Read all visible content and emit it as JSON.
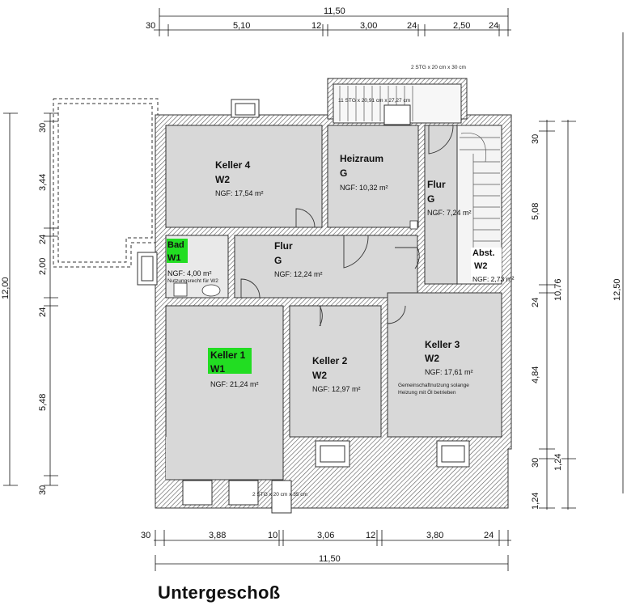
{
  "title": "Untergeschoß",
  "colors": {
    "highlight": "#22dd22",
    "room_fill": "#d8d8d8",
    "wall": "#333333"
  },
  "rooms": {
    "keller4": {
      "name": "Keller 4",
      "unit": "W2",
      "area": "NGF: 17,54 m²"
    },
    "heizraum": {
      "name": "Heizraum",
      "unit": "G",
      "area": "NGF: 10,32 m²"
    },
    "flur_top": {
      "name": "Flur",
      "unit": "G",
      "area": "NGF: 7,24 m²"
    },
    "bad": {
      "name": "Bad",
      "unit": "W1",
      "area": "NGF: 4,00 m²",
      "note": "Nutzungsrecht für W2"
    },
    "flur_mid": {
      "name": "Flur",
      "unit": "G",
      "area": "NGF: 12,24 m²"
    },
    "abst": {
      "name": "Abst.",
      "unit": "W2",
      "area": "NGF: 2,73 m²"
    },
    "keller1": {
      "name": "Keller 1",
      "unit": "W1",
      "area": "NGF: 21,24 m²"
    },
    "keller2": {
      "name": "Keller 2",
      "unit": "W2",
      "area": "NGF: 12,97 m²"
    },
    "keller3": {
      "name": "Keller 3",
      "unit": "W2",
      "area": "NGF: 17,61 m²",
      "note1": "Gemeinschaftnutzung solange",
      "note2": "Heizung mit Öl betrieben"
    }
  },
  "stair_notes": {
    "top": "2 STG x 20 cm x 30 cm",
    "mid": "11 STG x 20,91 cm x 27,27 cm",
    "bottom": "2 STG x 20 cm x 35 cm"
  },
  "dims_top": {
    "total": "11,50",
    "a": "30",
    "b": "5,10",
    "c": "12",
    "d": "3,00",
    "e": "24",
    "f": "2,50",
    "g": "24"
  },
  "dims_bottom": {
    "total": "11,50",
    "a": "30",
    "b": "3,88",
    "c": "10",
    "d": "3,06",
    "e": "12",
    "f": "3,80",
    "g": "24"
  },
  "dims_left": {
    "total": "12,00",
    "a": "30",
    "b": "3,44",
    "c": "24",
    "d": "2,00",
    "e": "24",
    "f": "5,48",
    "g": "30"
  },
  "dims_right": {
    "total_outer": "12,50",
    "total": "10,76",
    "a": "30",
    "b": "5,08",
    "c": "24",
    "d": "4,84",
    "e": "30",
    "f": "1,24",
    "g": "1,24"
  }
}
